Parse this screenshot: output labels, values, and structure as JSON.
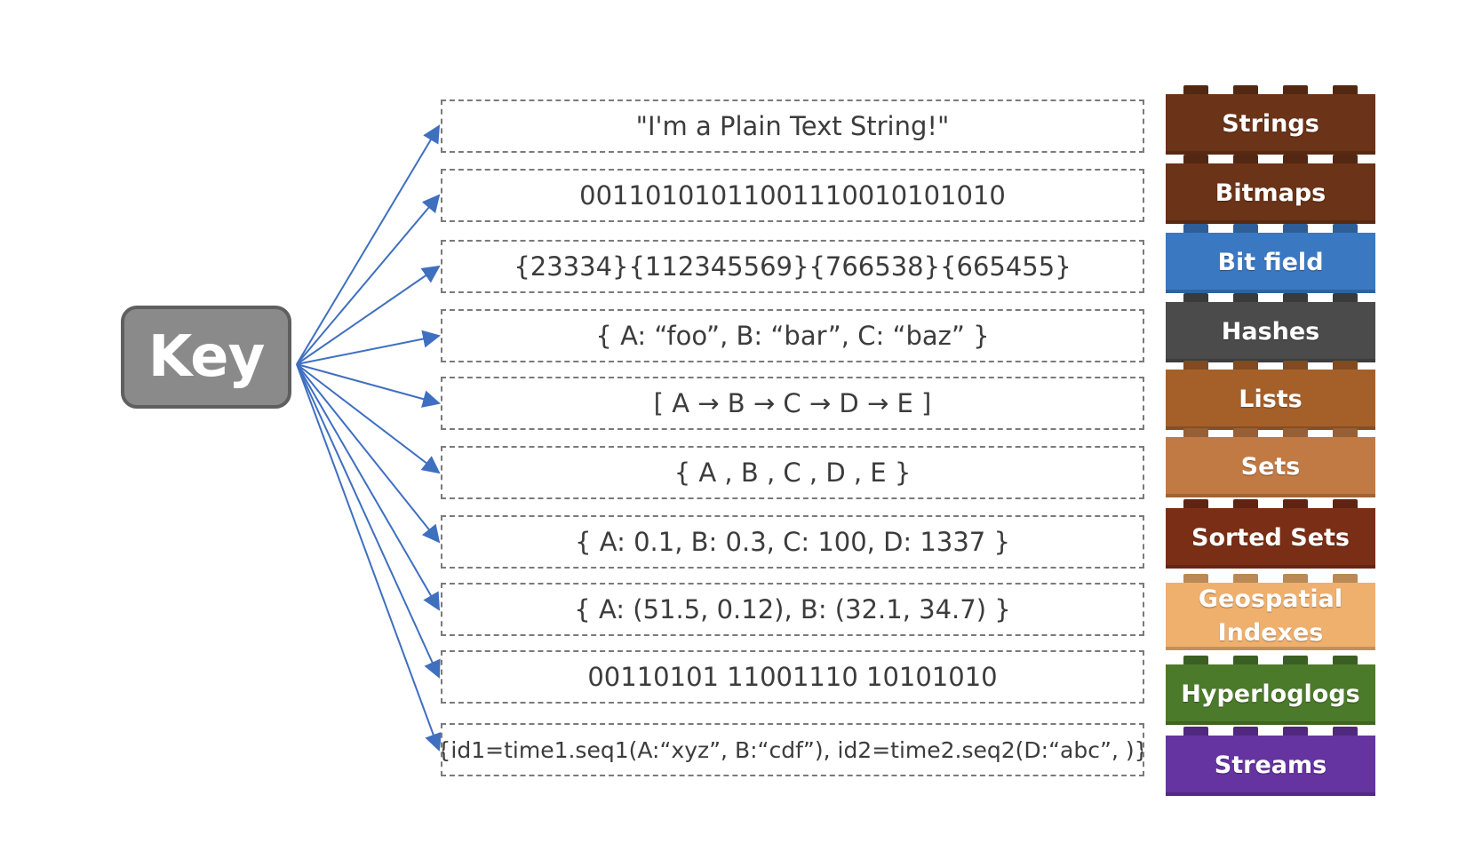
{
  "key": {
    "label": "Key"
  },
  "values": [
    {
      "text": "\"I'm a Plain Text String!\""
    },
    {
      "text": "00110101011001110010101010"
    },
    {
      "text": "{23334}{112345569}{766538}{665455}"
    },
    {
      "text": "{ A: “foo”, B: “bar”, C: “baz”  }"
    },
    {
      "text": "[ A → B → C → D → E ]"
    },
    {
      "text": "{  A , B , C , D , E  }"
    },
    {
      "text": "{ A: 0.1, B: 0.3, C: 100, D: 1337 }"
    },
    {
      "text": "{ A: (51.5, 0.12), B: (32.1, 34.7)  }"
    },
    {
      "text": "00110101 11001110 10101010"
    },
    {
      "text": "{id1=time1.seq1(A:“xyz”, B:“cdf”), id2=time2.seq2(D:“abc”, )}"
    }
  ],
  "types": [
    {
      "label": "Strings",
      "color": "#6b3317"
    },
    {
      "label": "Bitmaps",
      "color": "#6b3317"
    },
    {
      "label": "Bit field",
      "color": "#3a78c2"
    },
    {
      "label": "Hashes",
      "color": "#4b4b4b"
    },
    {
      "label": "Lists",
      "color": "#a5602a"
    },
    {
      "label": "Sets",
      "color": "#c27a44"
    },
    {
      "label": "Sorted Sets",
      "color": "#7a2e16"
    },
    {
      "label": "Geospatial Indexes",
      "color": "#efb06e"
    },
    {
      "label": "Hyperloglogs",
      "color": "#4c7a2b"
    },
    {
      "label": "Streams",
      "color": "#6634a1"
    }
  ],
  "colors": {
    "arrow": "#3f6fbf",
    "key_fill": "#8a8a8a",
    "key_border": "#5f5f5f",
    "value_border": "#7a7a7a",
    "value_text": "#3c3c3c"
  }
}
